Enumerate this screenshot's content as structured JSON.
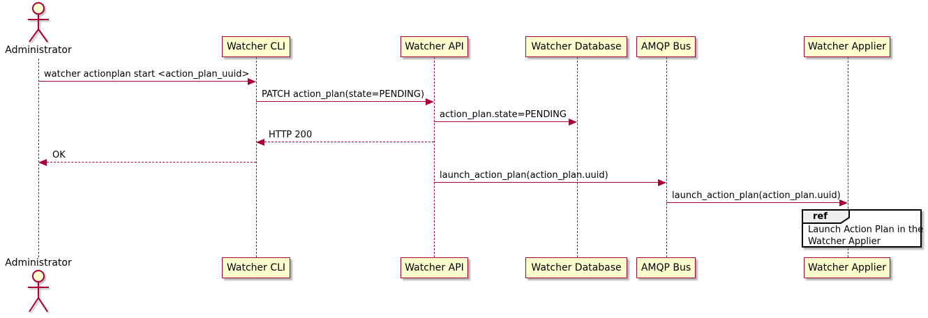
{
  "diagram": {
    "kind": "uml-sequence-diagram",
    "actor": {
      "label": "Administrator"
    },
    "participants": [
      {
        "label": "Watcher CLI"
      },
      {
        "label": "Watcher API"
      },
      {
        "label": "Watcher Database"
      },
      {
        "label": "AMQP Bus"
      },
      {
        "label": "Watcher Applier"
      }
    ],
    "messages": [
      {
        "text": "watcher actionplan start <action_plan_uuid>",
        "from": "Administrator",
        "to": "Watcher CLI",
        "style": "solid"
      },
      {
        "text": "PATCH action_plan(state=PENDING)",
        "from": "Watcher CLI",
        "to": "Watcher API",
        "style": "solid"
      },
      {
        "text": "action_plan.state=PENDING",
        "from": "Watcher API",
        "to": "Watcher Database",
        "style": "solid"
      },
      {
        "text": "HTTP 200",
        "from": "Watcher API",
        "to": "Watcher CLI",
        "style": "dashed"
      },
      {
        "text": "OK",
        "from": "Watcher CLI",
        "to": "Administrator",
        "style": "dashed"
      },
      {
        "text": "launch_action_plan(action_plan.uuid)",
        "from": "Watcher API",
        "to": "AMQP Bus",
        "style": "solid"
      },
      {
        "text": "launch_action_plan(action_plan.uuid)",
        "from": "AMQP Bus",
        "to": "Watcher Applier",
        "style": "solid"
      }
    ],
    "ref": {
      "keyword": "ref",
      "line1": "Launch Action Plan in the",
      "line2": "Watcher Applier"
    },
    "colors": {
      "participant_fill": "#FEFECE",
      "participant_border": "#A80036",
      "line_color": "#A80036",
      "ref_border": "#000000",
      "ref_header_fill": "#EEEEEE",
      "text": "#000000"
    }
  }
}
